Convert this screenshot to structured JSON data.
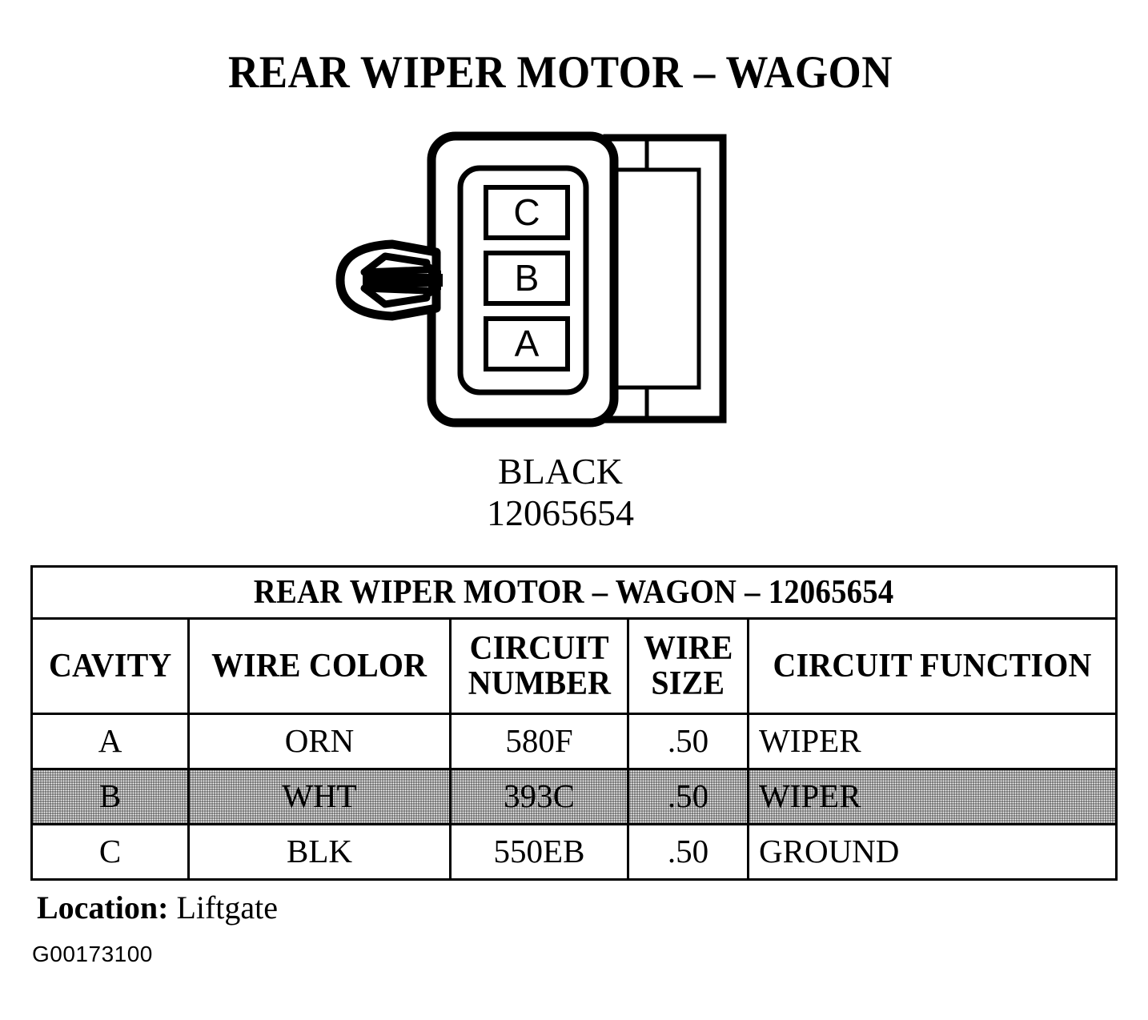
{
  "page": {
    "title": "REAR WIPER MOTOR – WAGON",
    "figure_id": "G00173100"
  },
  "connector": {
    "color_label": "BLACK",
    "part_number": "12065654",
    "cavities": [
      {
        "id": "C"
      },
      {
        "id": "B"
      },
      {
        "id": "A"
      }
    ],
    "latch_icon": "release-tab-arrow"
  },
  "table": {
    "caption": "REAR WIPER MOTOR – WAGON – 12065654",
    "columns": [
      "CAVITY",
      "WIRE COLOR",
      "CIRCUIT NUMBER",
      "WIRE SIZE",
      "CIRCUIT FUNCTION"
    ],
    "columns_split": [
      {
        "line1": "CAVITY",
        "line2": ""
      },
      {
        "line1": "WIRE COLOR",
        "line2": ""
      },
      {
        "line1": "CIRCUIT",
        "line2": "NUMBER"
      },
      {
        "line1": "WIRE",
        "line2": "SIZE"
      },
      {
        "line1": "CIRCUIT FUNCTION",
        "line2": ""
      }
    ],
    "rows": [
      {
        "cavity": "A",
        "wire_color": "ORN",
        "circuit_number": "580F",
        "wire_size": ".50",
        "circuit_function": "WIPER",
        "highlighted": false
      },
      {
        "cavity": "B",
        "wire_color": "WHT",
        "circuit_number": "393C",
        "wire_size": ".50",
        "circuit_function": "WIPER",
        "highlighted": true
      },
      {
        "cavity": "C",
        "wire_color": "BLK",
        "circuit_number": "550EB",
        "wire_size": ".50",
        "circuit_function": "GROUND",
        "highlighted": false
      }
    ]
  },
  "footer": {
    "location_label": "Location:",
    "location_value": "Liftgate"
  },
  "colors": {
    "ink": "#000000",
    "paper": "#ffffff",
    "highlight_row": "#bdbdbd"
  }
}
